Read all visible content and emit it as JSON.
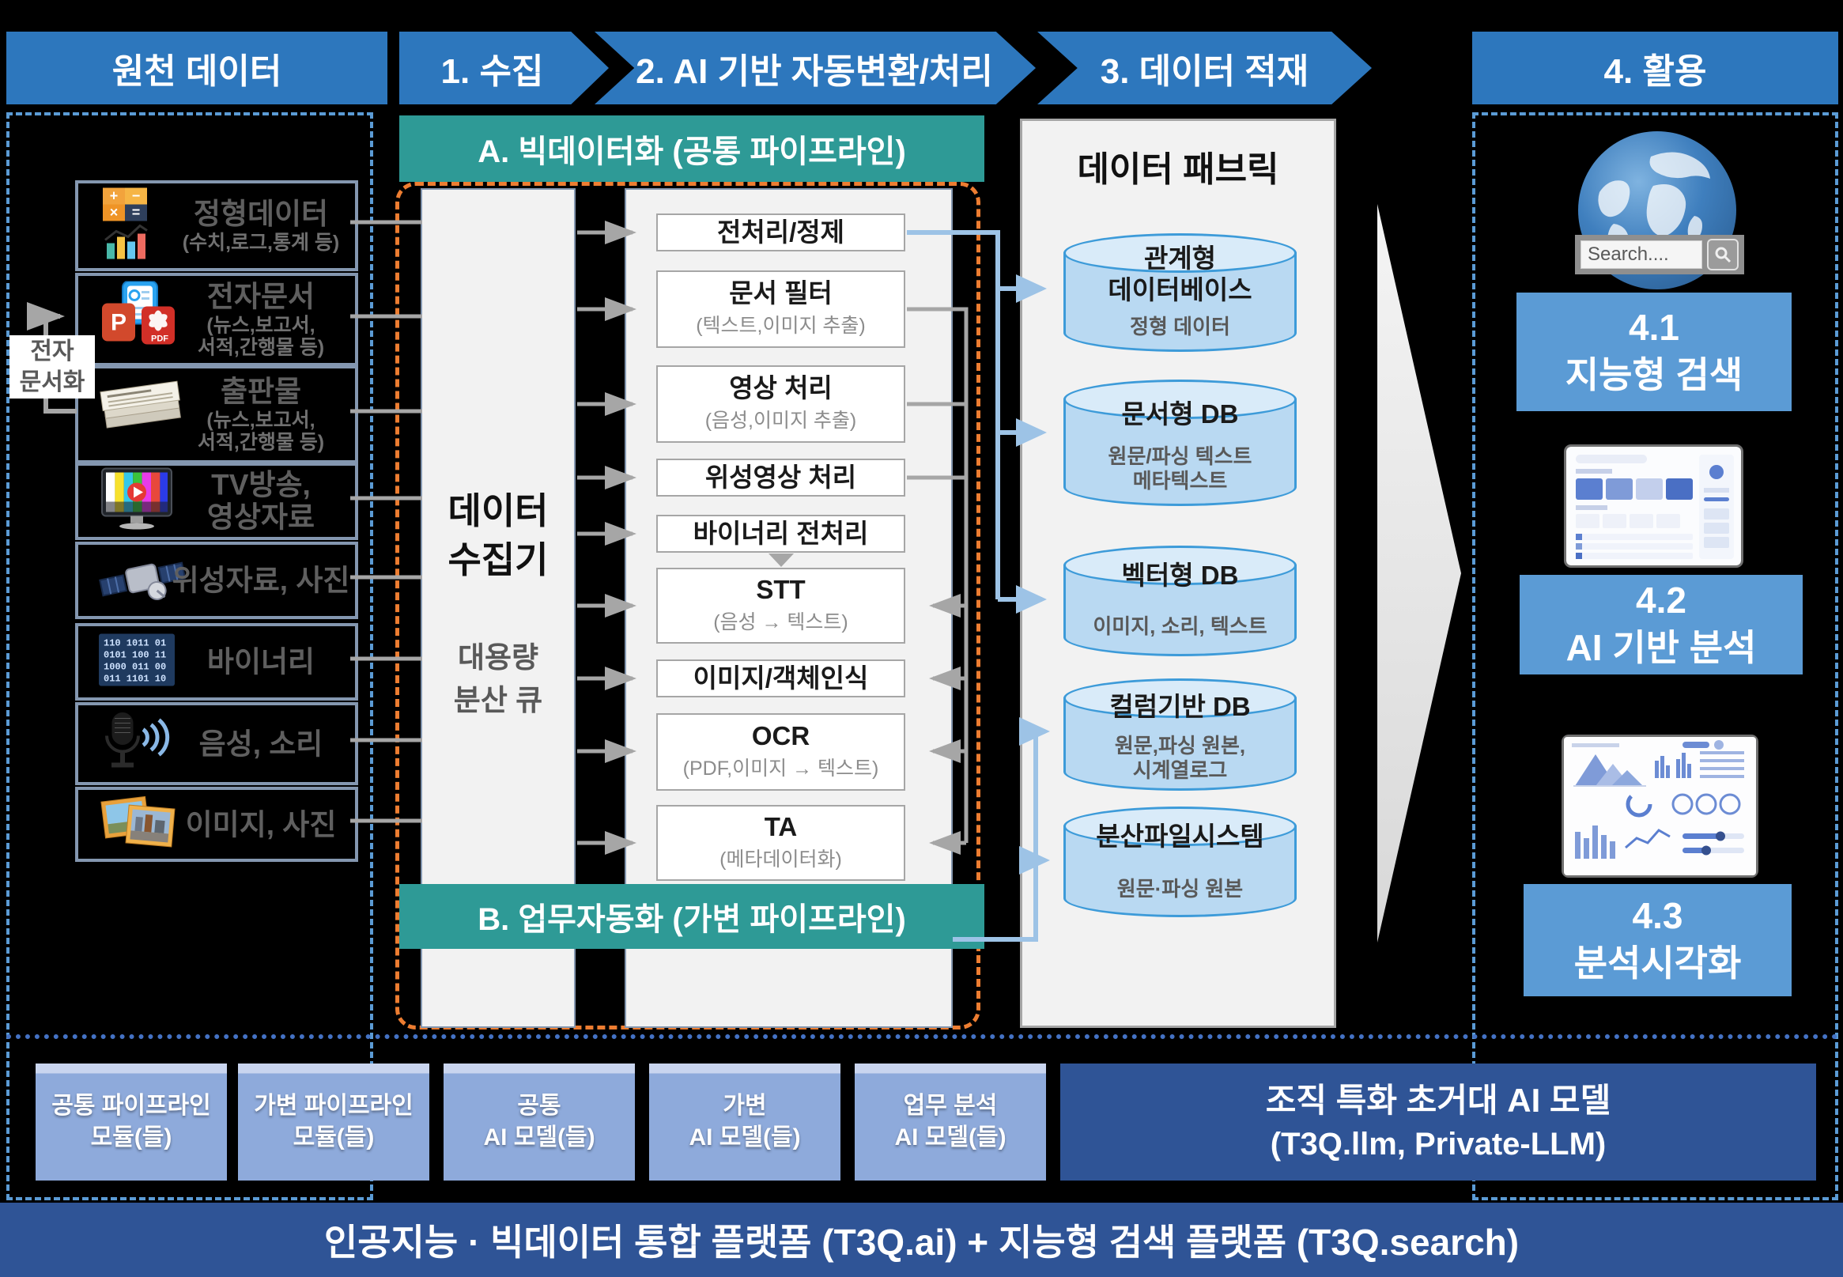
{
  "colors": {
    "header_blue": "#2d77bd",
    "teal_banner": "#2e9a96",
    "card_blue": "#5b9bd5",
    "module_blue": "#8eaadb",
    "deep_blue": "#2f5496",
    "orange_dash": "#ed7d31",
    "blue_dash": "#5b9bd5",
    "connector_gray": "#a6a6a6",
    "connector_blue": "#9dc3e6",
    "cylinder_fill": "#b9d9f2",
    "cylinder_border": "#3d9bd9"
  },
  "header": {
    "source": "원천 데이터",
    "step1": "1. 수집",
    "step2": "2. AI 기반 자동변환/처리",
    "step3": "3. 데이터 적재",
    "step4": "4. 활용"
  },
  "sources": {
    "digitize_label": "전자\n문서화",
    "items": [
      {
        "title": "정형데이터",
        "sub": "(수치,로그,통계 등)",
        "icon": "calculator-chart-icon"
      },
      {
        "title": "전자문서",
        "sub": "(뉴스,보고서,\n서적,간행물 등)",
        "icon": "document-apps-icon"
      },
      {
        "title": "출판물",
        "sub": "(뉴스,보고서,\n서적,간행물 등)",
        "icon": "newspaper-icon"
      },
      {
        "title": "TV방송,\n영상자료",
        "sub": "",
        "icon": "tv-broadcast-icon"
      },
      {
        "title": "위성자료, 사진",
        "sub": "",
        "icon": "satellite-icon"
      },
      {
        "title": "바이너리",
        "sub": "",
        "icon": "binary-icon"
      },
      {
        "title": "음성, 소리",
        "sub": "",
        "icon": "microphone-icon"
      },
      {
        "title": "이미지, 사진",
        "sub": "",
        "icon": "photo-stack-icon"
      }
    ]
  },
  "pipeline": {
    "banner_a": "A. 빅데이터화 (공통 파이프라인)",
    "banner_b": "B. 업무자동화 (가변 파이프라인)",
    "collector": {
      "title": "데이터\n수집기",
      "sub": "대용량\n분산 큐"
    },
    "steps": [
      {
        "title": "전처리/정제",
        "sub": ""
      },
      {
        "title": "문서 필터",
        "sub": "(텍스트,이미지 추출)"
      },
      {
        "title": "영상 처리",
        "sub": "(음성,이미지 추출)"
      },
      {
        "title": "위성영상 처리",
        "sub": ""
      },
      {
        "title": "바이너리 전처리",
        "sub": ""
      },
      {
        "title": "STT",
        "sub": "(음성 → 텍스트)"
      },
      {
        "title": "이미지/객체인식",
        "sub": ""
      },
      {
        "title": "OCR",
        "sub": "(PDF,이미지 → 텍스트)"
      },
      {
        "title": "TA",
        "sub": "(메타데이터화)"
      }
    ]
  },
  "fabric": {
    "title": "데이터 패브릭",
    "stores": [
      {
        "title": "관계형\n데이터베이스",
        "sub": "정형 데이터"
      },
      {
        "title": "문서형 DB",
        "sub": "원문/파싱 텍스트\n메타텍스트"
      },
      {
        "title": "벡터형 DB",
        "sub": "이미지, 소리, 텍스트"
      },
      {
        "title": "컬럼기반 DB",
        "sub": "원문,파싱 원본,\n시계열로그"
      },
      {
        "title": "분산파일시스템",
        "sub": "원문·파싱 원본"
      }
    ]
  },
  "usage": {
    "search_placeholder": "Search....",
    "cards": [
      {
        "num": "4.1",
        "label": "지능형 검색"
      },
      {
        "num": "4.2",
        "label": "AI 기반 분석"
      },
      {
        "num": "4.3",
        "label": "분석시각화"
      }
    ]
  },
  "foundation": {
    "modules": [
      {
        "label": "공통 파이프라인\n모듈(들)"
      },
      {
        "label": "가변 파이프라인\n모듈(들)"
      },
      {
        "label": "공통\nAI 모델(들)"
      },
      {
        "label": "가변\nAI 모델(들)"
      },
      {
        "label": "업무 분석\nAI 모델(들)"
      }
    ],
    "llm_box": {
      "line1": "조직 특화 초거대 AI 모델",
      "line2": "(T3Q.llm, Private-LLM)"
    },
    "platform_bar": "인공지능 · 빅데이터 통합 플랫폼 (T3Q.ai) + 지능형 검색 플랫폼 (T3Q.search)"
  }
}
